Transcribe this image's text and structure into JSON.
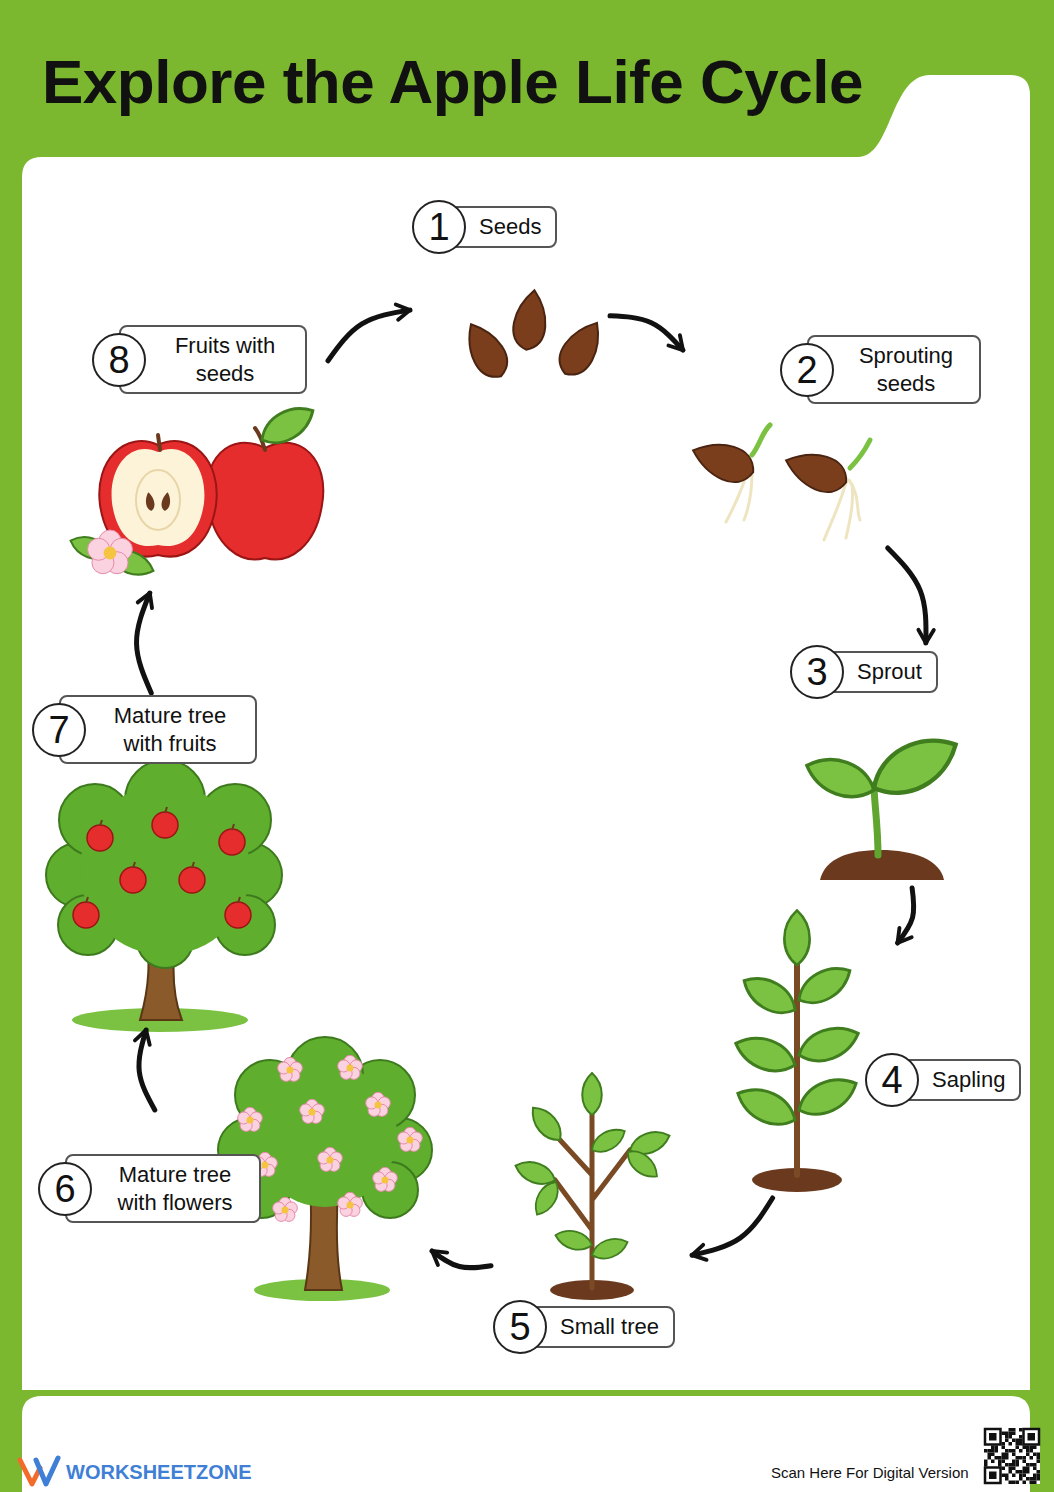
{
  "diagram": {
    "title": "Explore the Apple Life Cycle",
    "nodes": [
      {
        "text": [
          "1",
          "Seeds"
        ]
      },
      {
        "text": [
          "2",
          "Sprouting seeds"
        ]
      },
      {
        "text": [
          "3",
          "Sprout"
        ]
      },
      {
        "text": [
          "4",
          "Sapling"
        ]
      },
      {
        "text": [
          "5",
          "Small tree"
        ]
      },
      {
        "text": [
          "6",
          "Mature tree with flowers"
        ]
      },
      {
        "text": [
          "7",
          "Mature tree with fruits"
        ]
      },
      {
        "text": [
          "8",
          "Fruits with seeds"
        ]
      }
    ],
    "edges": [
      {
        "from": 0,
        "to": 1,
        "arrow": "to"
      },
      {
        "from": 1,
        "to": 2,
        "arrow": "to"
      },
      {
        "from": 2,
        "to": 3,
        "arrow": "to"
      },
      {
        "from": 3,
        "to": 4,
        "arrow": "to"
      },
      {
        "from": 4,
        "to": 5,
        "arrow": "to"
      },
      {
        "from": 5,
        "to": 6,
        "arrow": "to"
      },
      {
        "from": 6,
        "to": 7,
        "arrow": "to"
      },
      {
        "from": 7,
        "to": 0,
        "arrow": "to"
      }
    ],
    "labels": [
      "WORKSHEETZONE",
      "Scan Here For Digital Version"
    ]
  }
}
